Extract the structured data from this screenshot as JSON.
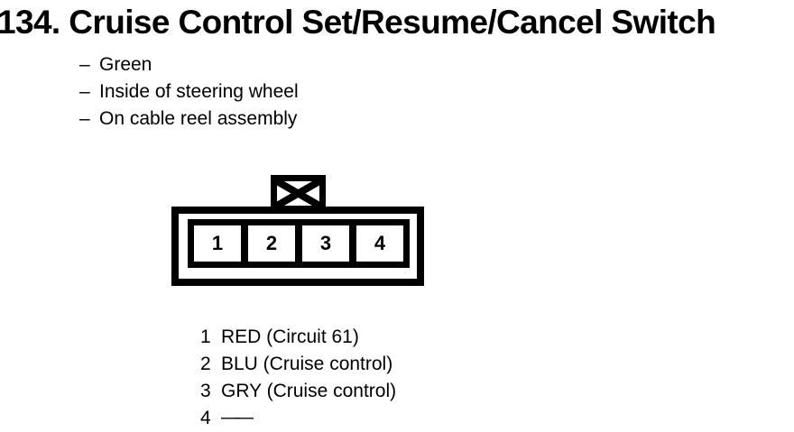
{
  "title": "134. Cruise Control Set/Resume/Cancel Switch",
  "notes": {
    "bullet": "–",
    "items": [
      "Green",
      "Inside of steering wheel",
      "On cable reel assembly"
    ]
  },
  "connector": {
    "pins": [
      "1",
      "2",
      "3",
      "4"
    ]
  },
  "icons": {
    "connector_key": "crossed-box"
  },
  "pin_list": {
    "rows": [
      {
        "pin": "1",
        "desc": "RED (Circuit 61)"
      },
      {
        "pin": "2",
        "desc": "BLU (Cruise control)"
      },
      {
        "pin": "3",
        "desc": "GRY (Cruise control)"
      },
      {
        "pin": "4",
        "desc": "——"
      }
    ]
  },
  "colors": {
    "foreground": "#000000",
    "background": "#ffffff"
  }
}
